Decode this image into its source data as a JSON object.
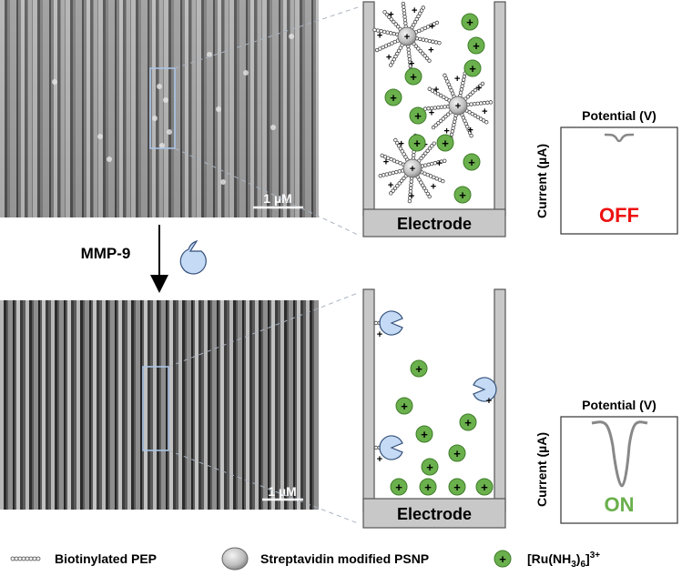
{
  "sem": {
    "top_scale_label": "1 µM",
    "bottom_scale_label": "1 µM"
  },
  "arrow": {
    "label": "MMP-9"
  },
  "cells": {
    "top_electrode_label": "Electrode",
    "bottom_electrode_label": "Electrode",
    "plus_sign": "+"
  },
  "graphs": {
    "top": {
      "title": "Potential (V)",
      "ylabel": "Current (µA)",
      "state": "OFF",
      "state_color": "#ee1111"
    },
    "bottom": {
      "title": "Potential (V)",
      "ylabel": "Current (µA)",
      "state": "ON",
      "state_color": "#6ab04c"
    }
  },
  "legend": {
    "items": [
      {
        "icon": "peptide-chain-icon",
        "label": "Biotinylated PEP"
      },
      {
        "icon": "psnp-sphere-icon",
        "label": "Streptavidin modified PSNP"
      },
      {
        "icon": "ru-complex-icon",
        "label": "[Ru(NH3)6]3+",
        "base": "[Ru(NH",
        "sub1": "3",
        "mid": ")",
        "sub2": "6",
        "end": "]",
        "sup": "3+"
      }
    ]
  },
  "colors": {
    "ru_green": "#6ab04c",
    "enzyme_blue": "#c5daf5",
    "cell_gray": "#c8c8c8",
    "off_red": "#ee1111",
    "on_green": "#6ab04c",
    "curve_gray": "#888888"
  }
}
